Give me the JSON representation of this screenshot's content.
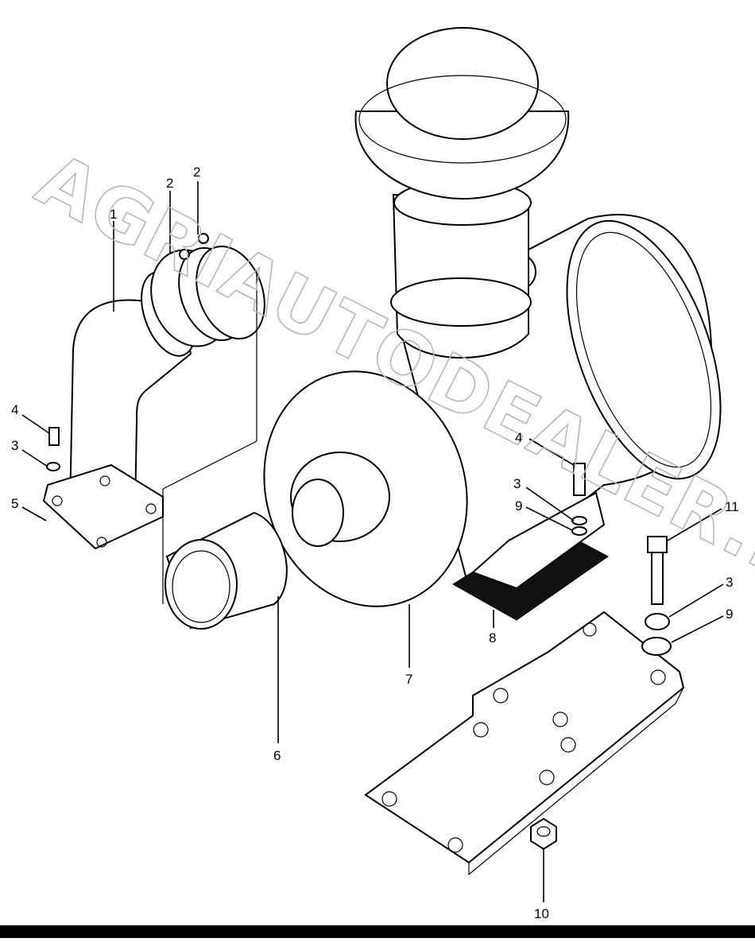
{
  "watermark": "AGRIAUTODEALER.RU",
  "callouts": {
    "c1": "1",
    "c2a": "2",
    "c2b": "2",
    "c4a": "4",
    "c3a": "3",
    "c5": "5",
    "c4b": "4",
    "c3b": "3",
    "c9a": "9",
    "c11": "11",
    "c3c": "3",
    "c9b": "9",
    "c8": "8",
    "c7": "7",
    "c6": "6",
    "c10": "10"
  }
}
